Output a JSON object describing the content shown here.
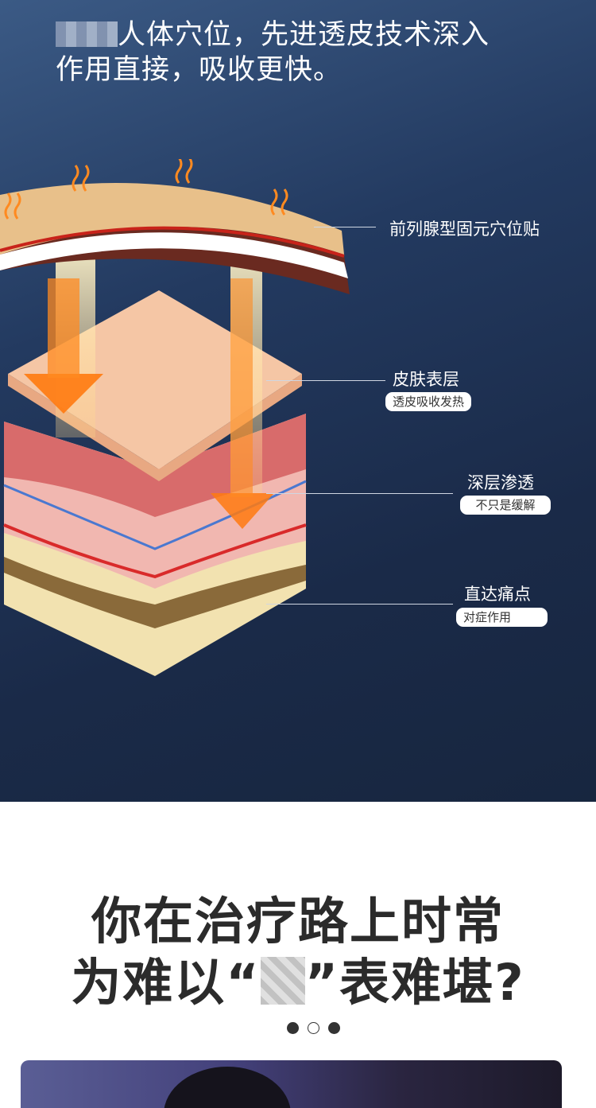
{
  "intro": {
    "line1_rest": "人体穴位，先进透皮技术深入",
    "line2": "作用直接，吸收更快。"
  },
  "labels": [
    {
      "title": "前列腺型固元穴位贴"
    },
    {
      "title": "皮肤表层",
      "tag": "透皮吸收发热"
    },
    {
      "title": "深层渗透",
      "tag": "不只是缓解"
    },
    {
      "title": "直达痛点",
      "tag": "对症作用"
    }
  ],
  "question": {
    "line1": "你在治疗路上时常",
    "line2_a": "为难以“",
    "line2_b": "”表难堪?"
  },
  "carousel": {
    "total": 3,
    "active_index": 1
  }
}
